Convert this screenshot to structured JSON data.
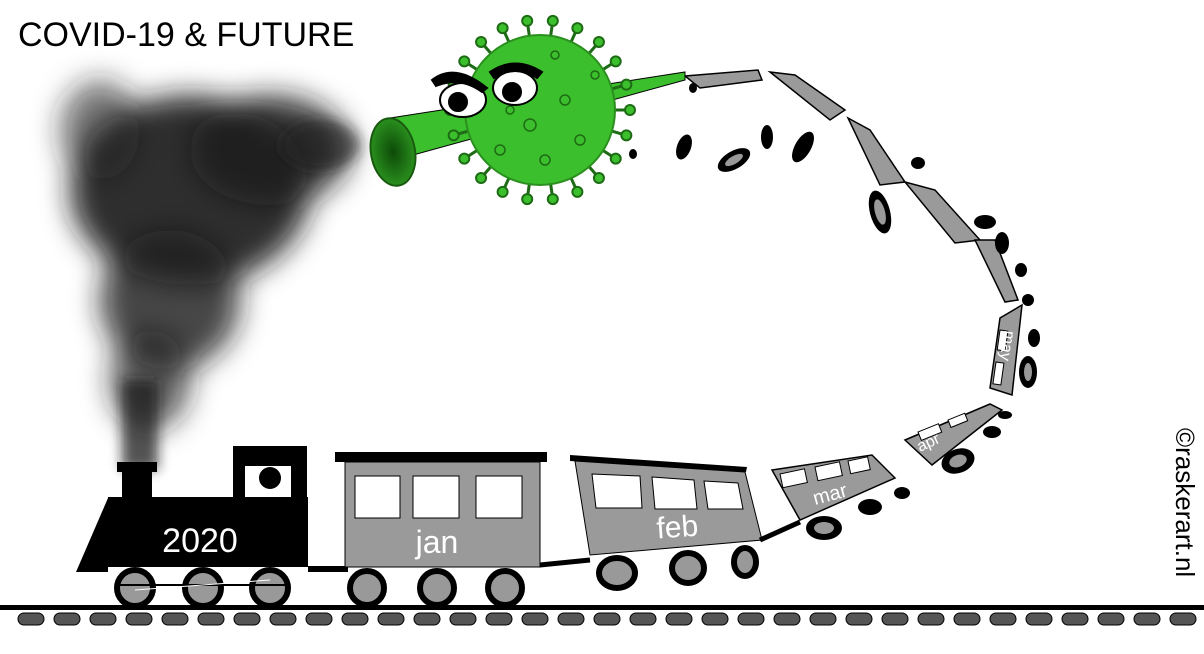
{
  "title": "COVID-19 & FUTURE",
  "locomotive": {
    "label": "2020"
  },
  "cars": [
    {
      "label": "jan"
    },
    {
      "label": "feb"
    },
    {
      "label": "mar"
    },
    {
      "label": "apr"
    },
    {
      "label": "may"
    }
  ],
  "signature": "©raskerart.nl",
  "colors": {
    "virus": "#3cbf2c",
    "car": "#9a9a9a",
    "engine": "#000000",
    "smoke": "#1a1a1a"
  }
}
